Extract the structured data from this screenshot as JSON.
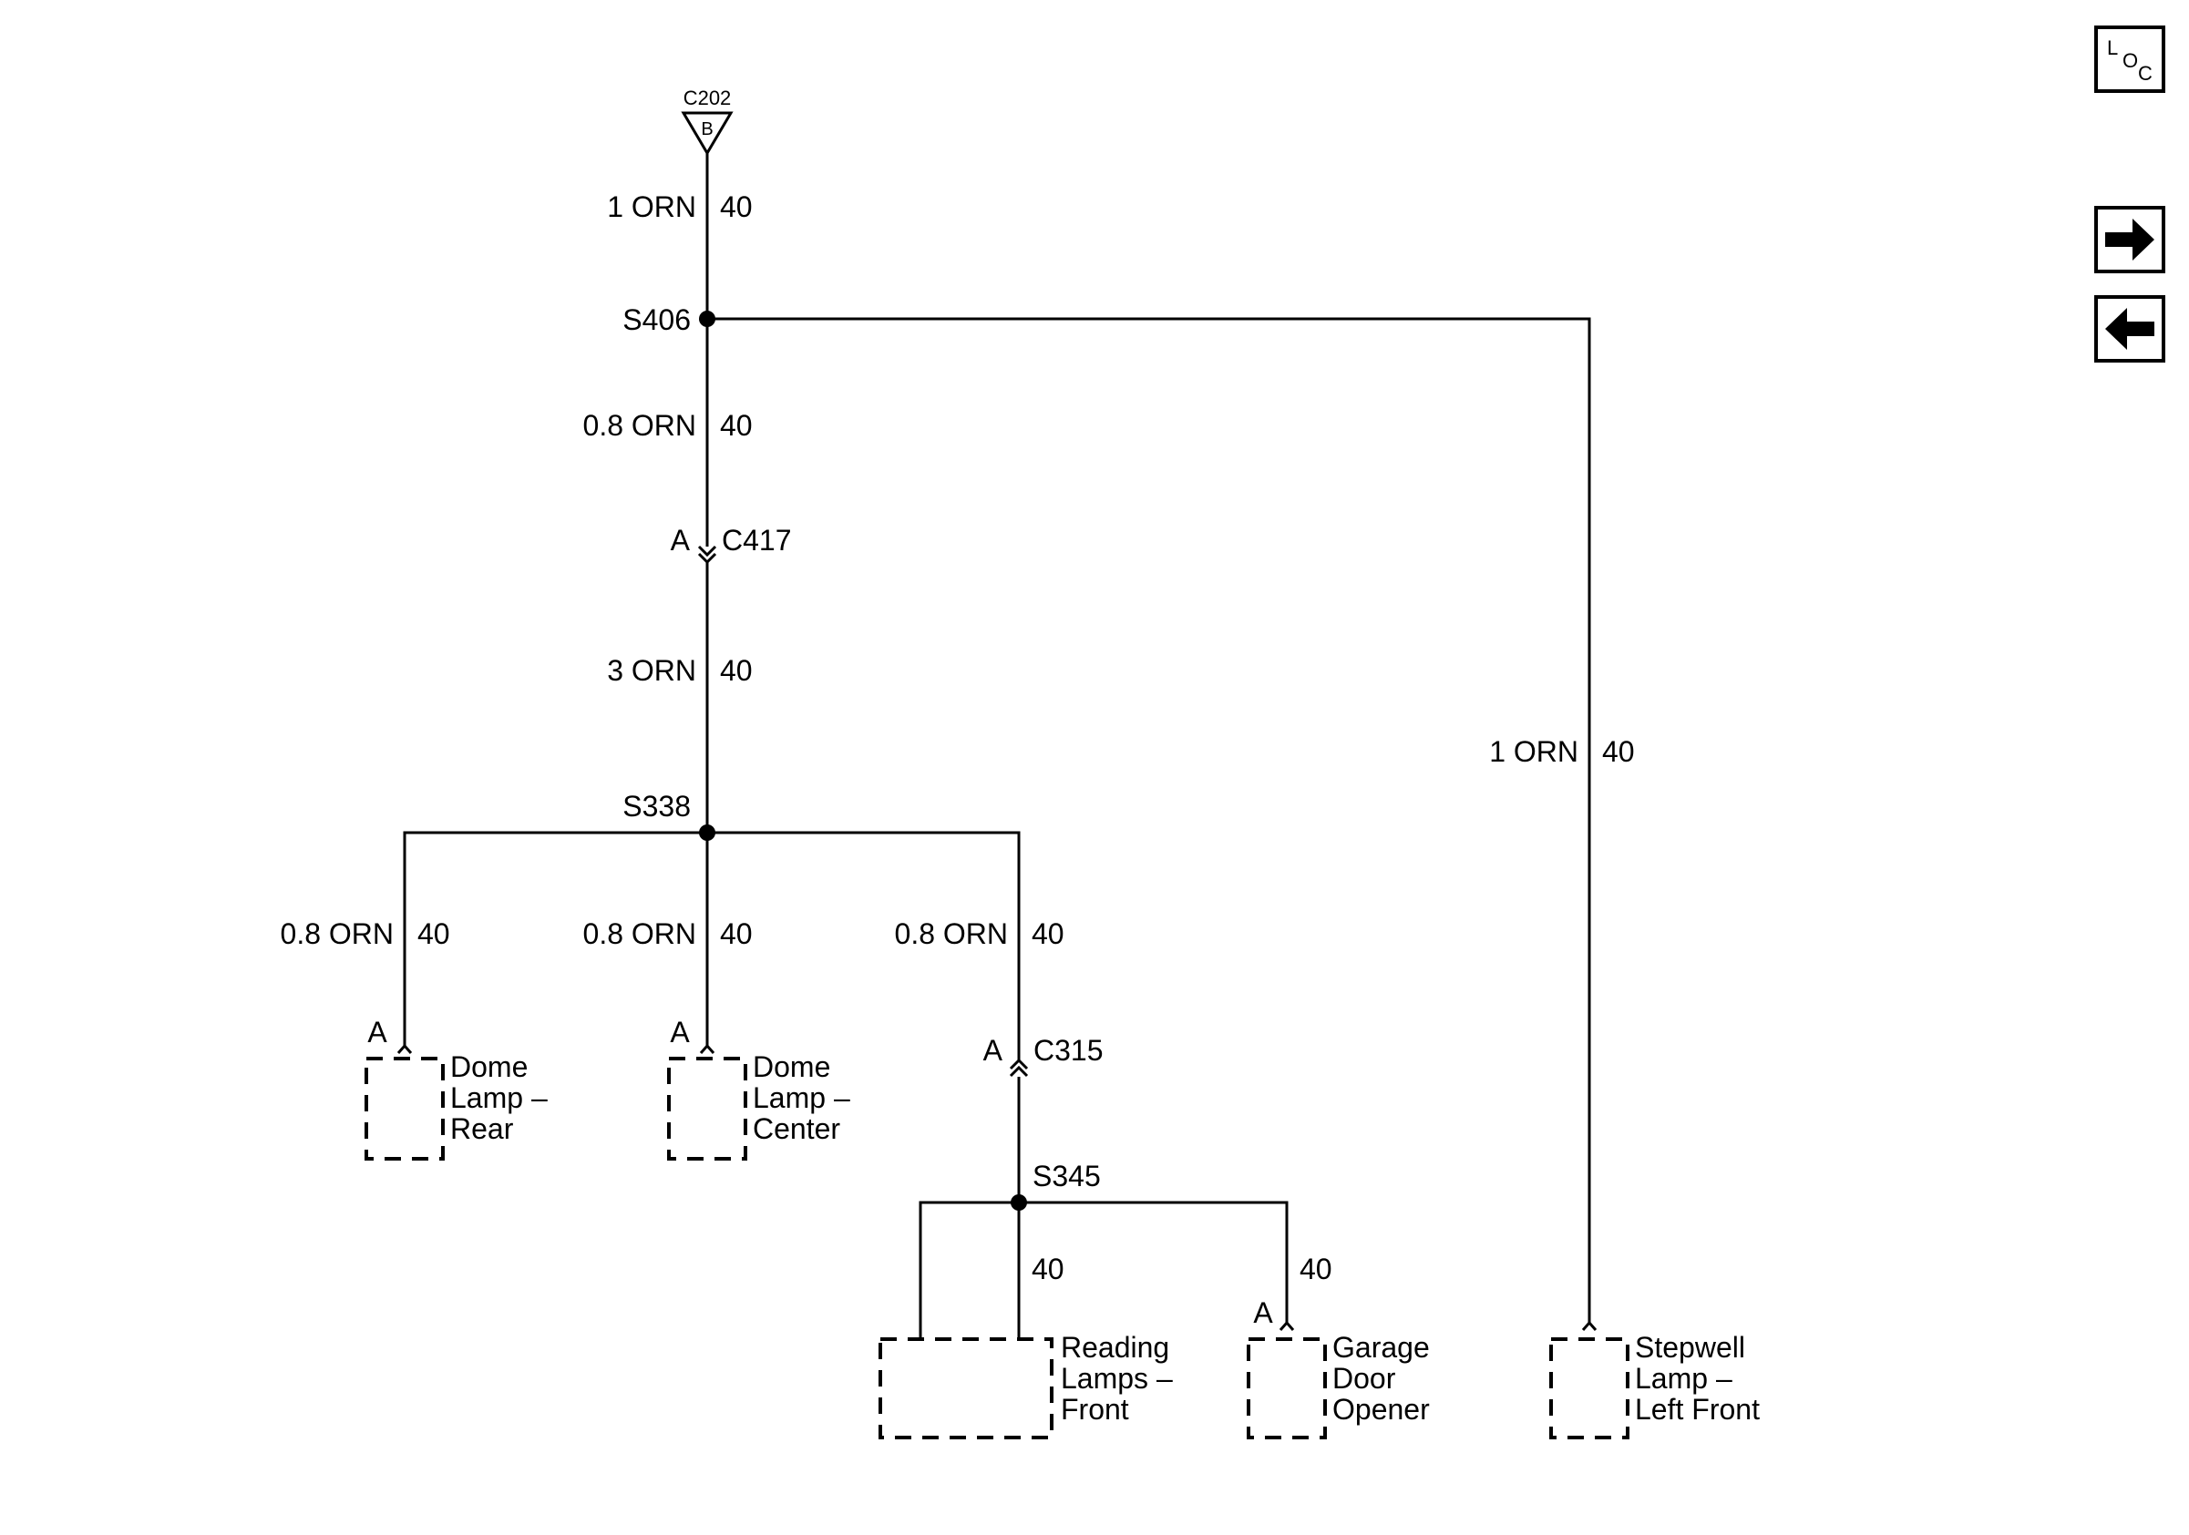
{
  "connectors": {
    "c202": {
      "name": "C202",
      "pin": "B"
    },
    "c417": {
      "name": "C417",
      "pin": "A"
    },
    "c315": {
      "name": "C315",
      "pin": "A"
    }
  },
  "splices": {
    "s406": "S406",
    "s338": "S338",
    "s345": "S345"
  },
  "wires": {
    "w1": {
      "size_color": "1 ORN",
      "circuit": "40"
    },
    "w2": {
      "size_color": "0.8 ORN",
      "circuit": "40"
    },
    "w3": {
      "size_color": "3 ORN",
      "circuit": "40"
    },
    "w4": {
      "size_color": "0.8 ORN",
      "circuit": "40"
    },
    "w5": {
      "size_color": "0.8 ORN",
      "circuit": "40"
    },
    "w6": {
      "size_color": "0.8 ORN",
      "circuit": "40"
    },
    "w7": {
      "circuit": "40"
    },
    "w8": {
      "circuit": "40"
    },
    "w9": {
      "size_color": "1 ORN",
      "circuit": "40"
    }
  },
  "components": {
    "dome_rear": {
      "pin": "A",
      "line1": "Dome",
      "line2": "Lamp –",
      "line3": "Rear"
    },
    "dome_center": {
      "pin": "A",
      "line1": "Dome",
      "line2": "Lamp –",
      "line3": "Center"
    },
    "reading": {
      "line1": "Reading",
      "line2": "Lamps –",
      "line3": "Front"
    },
    "garage": {
      "pin": "A",
      "line1": "Garage",
      "line2": "Door",
      "line3": "Opener"
    },
    "stepwell": {
      "line1": "Stepwell",
      "line2": "Lamp –",
      "line3": "Left Front"
    }
  },
  "side_buttons": {
    "loc": {
      "l": "L",
      "o": "O",
      "c": "C"
    },
    "forward_icon": "arrow-right-icon",
    "back_icon": "arrow-left-icon"
  }
}
